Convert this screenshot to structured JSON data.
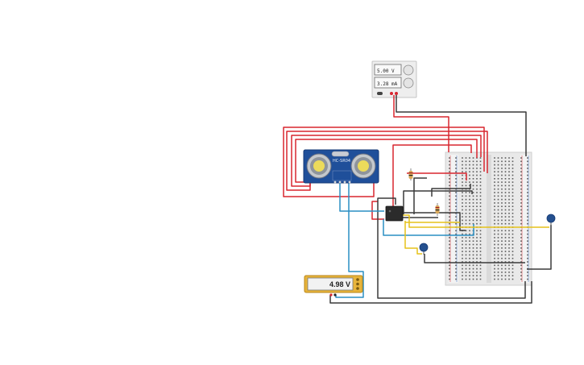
{
  "power_supply": {
    "voltage_display": "5.00 V",
    "current_display": "3.28 mA"
  },
  "sensor": {
    "model_label": "HC-SR04"
  },
  "multimeter": {
    "reading": "4.98 V"
  },
  "colors": {
    "wire_red": "#d8262f",
    "wire_black": "#3a3a3a",
    "wire_blue": "#2a8fc4",
    "wire_yellow": "#e5c21a",
    "sensor_board": "#1f4f9a",
    "multimeter_body": "#e8b43a",
    "breadboard": "#ececec",
    "buzzer": "#24508f"
  },
  "icons": {
    "supply_knobs": "knob-icon",
    "sensor_transducers": "ultrasonic-transducer-icon",
    "buzzers": "piezo-buzzer-icon"
  }
}
